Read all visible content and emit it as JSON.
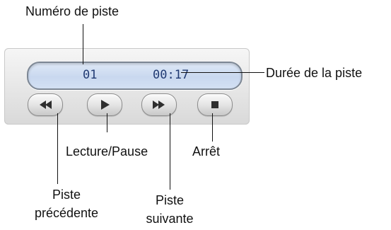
{
  "player": {
    "track_number": "01",
    "track_time": "00:17",
    "buttons": {
      "previous_icon": "rewind-icon",
      "play_icon": "play-icon",
      "next_icon": "fast-forward-icon",
      "stop_icon": "stop-icon"
    }
  },
  "callouts": {
    "track_number": "Numéro de piste",
    "duration": "Durée de la piste",
    "play_pause": "Lecture/Pause",
    "stop": "Arrêt",
    "previous_line1": "Piste",
    "previous_line2": "précédente",
    "next_line1": "Piste",
    "next_line2": "suivante"
  }
}
